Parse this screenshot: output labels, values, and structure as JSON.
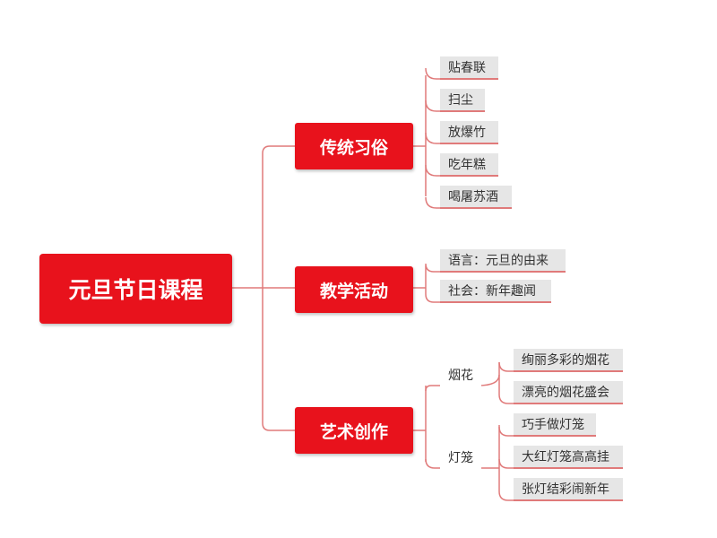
{
  "root": {
    "label": "元旦节日课程"
  },
  "branches": [
    {
      "label": "传统习俗",
      "items": [
        "贴春联",
        "扫尘",
        "放爆竹",
        "吃年糕",
        "喝屠苏酒"
      ]
    },
    {
      "label": "教学活动",
      "items": [
        "语言：元旦的由来",
        "社会：新年趣闻"
      ]
    },
    {
      "label": "艺术创作",
      "groups": [
        {
          "label": "烟花",
          "items": [
            "绚丽多彩的烟花",
            "漂亮的烟花盛会"
          ]
        },
        {
          "label": "灯笼",
          "items": [
            "巧手做灯笼",
            "大红灯笼高高挂",
            "张灯结彩闹新年"
          ]
        }
      ]
    }
  ],
  "colors": {
    "node_red": "#e8121c",
    "connector": "#e07a7a",
    "leaf_background": "#e6e6e6"
  }
}
